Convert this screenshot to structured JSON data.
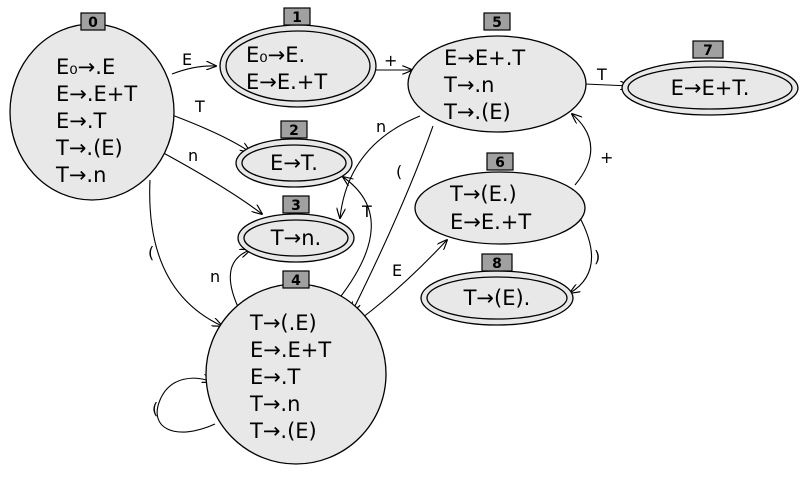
{
  "states": [
    {
      "id": "0",
      "accepting": false,
      "items": [
        "E₀→.E",
        "E→.E+T",
        "E→.T",
        "T→.(E)",
        "T→.n"
      ]
    },
    {
      "id": "1",
      "accepting": true,
      "items": [
        "E₀→E.",
        "E→E.+T"
      ]
    },
    {
      "id": "2",
      "accepting": true,
      "items": [
        "E→T."
      ]
    },
    {
      "id": "3",
      "accepting": true,
      "items": [
        "T→n."
      ]
    },
    {
      "id": "4",
      "accepting": false,
      "items": [
        "T→(.E)",
        "E→.E+T",
        "E→.T",
        "T→.n",
        "T→.(E)"
      ]
    },
    {
      "id": "5",
      "accepting": false,
      "items": [
        "E→E+.T",
        "T→.n",
        "T→.(E)"
      ]
    },
    {
      "id": "6",
      "accepting": false,
      "items": [
        "T→(E.)",
        "E→E.+T"
      ]
    },
    {
      "id": "7",
      "accepting": true,
      "items": [
        "E→E+T."
      ]
    },
    {
      "id": "8",
      "accepting": true,
      "items": [
        "T→(E)."
      ]
    }
  ],
  "transitions": [
    {
      "from": "0",
      "to": "1",
      "symbol": "E"
    },
    {
      "from": "0",
      "to": "2",
      "symbol": "T"
    },
    {
      "from": "0",
      "to": "3",
      "symbol": "n"
    },
    {
      "from": "0",
      "to": "4",
      "symbol": "("
    },
    {
      "from": "1",
      "to": "5",
      "symbol": "+"
    },
    {
      "from": "5",
      "to": "7",
      "symbol": "T"
    },
    {
      "from": "5",
      "to": "3",
      "symbol": "n"
    },
    {
      "from": "5",
      "to": "4",
      "symbol": "("
    },
    {
      "from": "4",
      "to": "2",
      "symbol": "T"
    },
    {
      "from": "4",
      "to": "3",
      "symbol": "n"
    },
    {
      "from": "4",
      "to": "6",
      "symbol": "E"
    },
    {
      "from": "4",
      "to": "4",
      "symbol": "("
    },
    {
      "from": "6",
      "to": "5",
      "symbol": "+"
    },
    {
      "from": "6",
      "to": "8",
      "symbol": ")"
    }
  ]
}
